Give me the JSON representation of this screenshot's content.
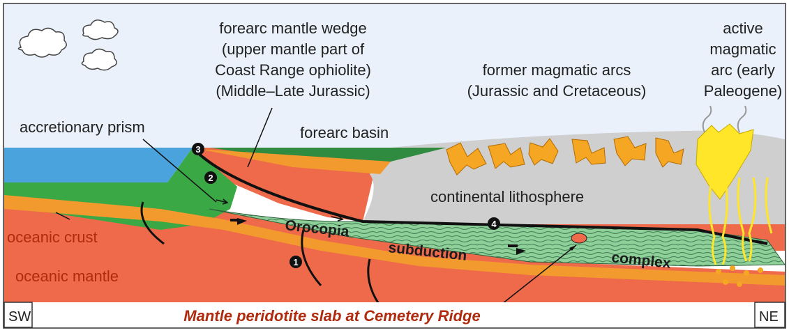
{
  "diagram": {
    "labels": {
      "forearc_wedge": [
        "forearc mantle wedge",
        "(upper mantle part of",
        "Coast Range ophiolite)",
        "(Middle–Late Jurassic)"
      ],
      "former_arcs": [
        "former magmatic arcs",
        "(Jurassic and Cretaceous)"
      ],
      "active_arc": [
        "active",
        "magmatic",
        "arc (early",
        "Paleogene)"
      ],
      "accretionary_prism": "accretionary prism",
      "forearc_basin": "forearc basin",
      "continental_lithosphere": "continental lithosphere",
      "oceanic_crust": "oceanic crust",
      "oceanic_mantle": "oceanic mantle",
      "complex_words": [
        "Orocopia",
        "subduction",
        "complex"
      ]
    },
    "markers": [
      "1",
      "2",
      "3",
      "4"
    ],
    "orientation": {
      "left": "SW",
      "right": "NE"
    },
    "caption": "Mantle peridotite slab at Cemetery Ridge",
    "colors": {
      "sky": "#eaf1fa",
      "ocean": "#4aa3dc",
      "oceanic_mantle": "#ee6a4a",
      "oceanic_crust": "#f29a2e",
      "prism": "#3aa845",
      "complex": "#8fcf9a",
      "continent": "#cfcfcf",
      "former_arcs": "#f5a623",
      "active_arc": "#ffe629",
      "caption": "#b02a0e"
    }
  }
}
